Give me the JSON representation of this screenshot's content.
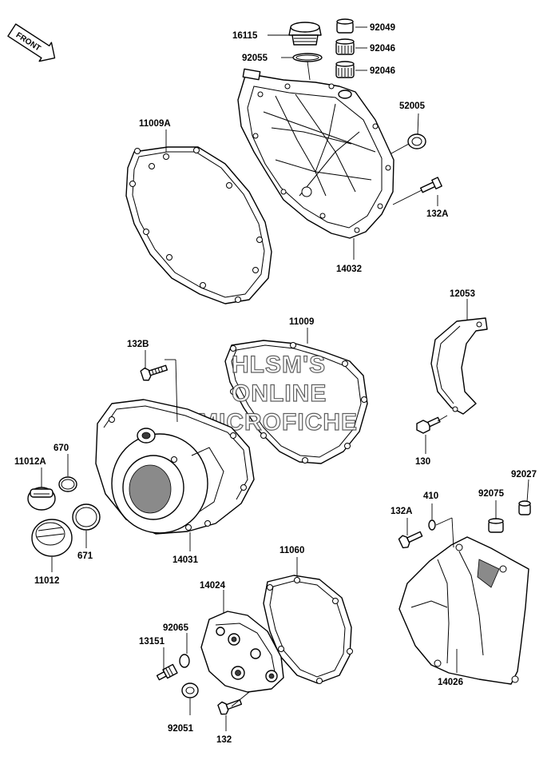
{
  "front_badge": "FRONT",
  "watermark": [
    "HLSM'S",
    "ONLINE",
    "MICROFICHE"
  ],
  "labels": {
    "p16115": "16115",
    "p92049": "92049",
    "p92046a": "92046",
    "p92046b": "92046",
    "p92055": "92055",
    "p52005": "52005",
    "p11009A": "11009A",
    "p132A_top": "132A",
    "p14032": "14032",
    "p12053": "12053",
    "p11009": "11009",
    "p132B": "132B",
    "p130": "130",
    "p92027": "92027",
    "p670": "670",
    "p11012A": "11012A",
    "p410": "410",
    "p92075": "92075",
    "p132A_mid": "132A",
    "p671": "671",
    "p14031": "14031",
    "p11012": "11012",
    "p11060": "11060",
    "p14024": "14024",
    "p92065": "92065",
    "p13151": "13151",
    "p14026": "14026",
    "p92051": "92051",
    "p132": "132"
  }
}
